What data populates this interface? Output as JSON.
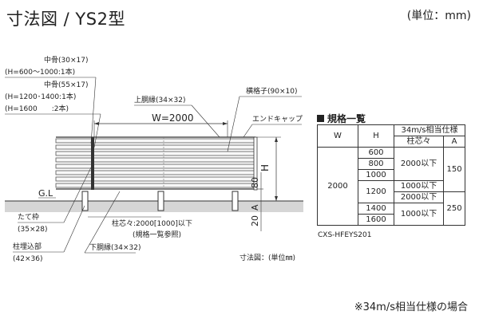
{
  "header": {
    "title": "寸法図 / YS2型",
    "unit": "(単位：mm)"
  },
  "drawing": {
    "labels": {
      "naka_hone_1_name": "中骨(30×17)",
      "naka_hone_1_cond": "(H=600～1000:1本)",
      "naka_hone_2_name": "中骨(55×17)",
      "naka_hone_2_cond1": "(H=1200･1400:1本)",
      "naka_hone_2_cond2": "(H=1600　　:2本)",
      "upper_rail": "上胴縁(34×32)",
      "horizontal_slat": "横格子(90×10)",
      "end_cap": "エンドキャップ",
      "width_dim": "W=2000",
      "height_dim": "H",
      "dim_80": "80",
      "dim_20": "20",
      "dim_A": "A",
      "ground_line": "G.L",
      "vertical_frame_name": "たて枠",
      "vertical_frame_size": "(35×28)",
      "post_name": "柱埋込部",
      "post_size": "(42×36)",
      "pitch_1": "柱芯々:2000[1000]以下",
      "pitch_2": "(規格一覧参照)",
      "lower_rail": "下胴縁(34×32)",
      "caption": "寸法図：(単位㎜)"
    }
  },
  "spec": {
    "heading": "規格一覧",
    "header_row1": [
      "W",
      "H",
      "34m/s相当仕様"
    ],
    "header_row2": [
      "柱芯々",
      "A"
    ],
    "w_value": "2000",
    "h_values": [
      "600",
      "800",
      "1000",
      "1200",
      "1400",
      "1600"
    ],
    "pitch_values": [
      "2000以下",
      "1000以下",
      "2000以下",
      "1000以下"
    ],
    "a_values": [
      "150",
      "250"
    ],
    "code": "CXS-HFEYS201"
  },
  "footnote": "※34m/s相当仕様の場合"
}
